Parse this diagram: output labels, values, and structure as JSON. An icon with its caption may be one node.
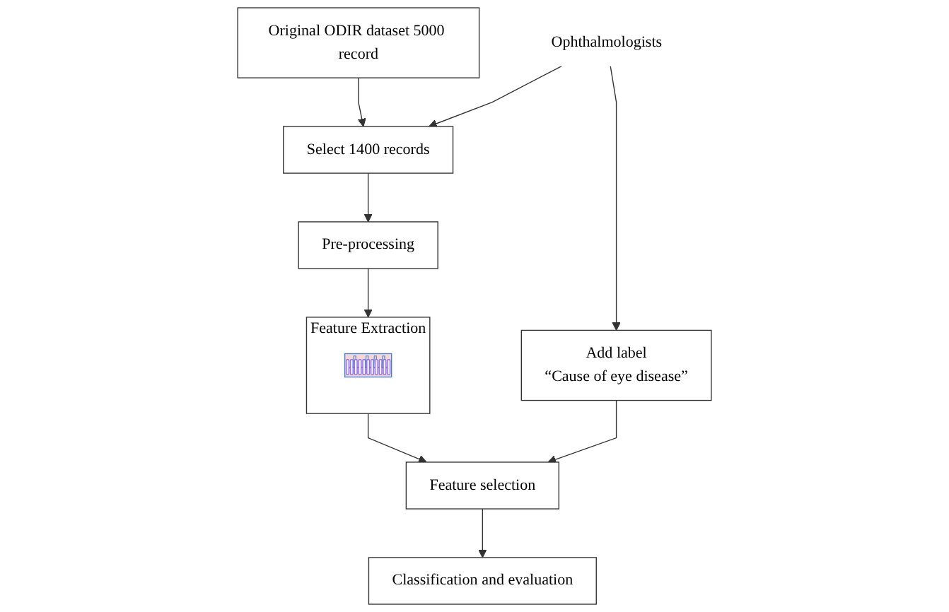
{
  "diagram": {
    "nodes": [
      {
        "text": [
          "Original ODIR dataset 5000 record"
        ]
      },
      {
        "text": [
          "Select 1400 records"
        ]
      },
      {
        "text": [
          "Pre-processing"
        ]
      },
      {
        "text": [
          "Ophthalmologists"
        ]
      },
      {
        "text": [
          "Feature Extraction"
        ]
      },
      {
        "text": [],
        "shape": "picture",
        "in": 4
      },
      {
        "text": [
          "Add label",
          "“Cause of eye disease”"
        ]
      },
      {
        "text": [
          "Feature selection"
        ]
      },
      {
        "text": [
          "Classification and evaluation"
        ]
      }
    ],
    "edges": [
      {
        "from": 0,
        "to": 1,
        "arrow": "to"
      },
      {
        "from": 3,
        "to": 1,
        "arrow": "to"
      },
      {
        "from": 1,
        "to": 2,
        "arrow": "to"
      },
      {
        "from": 2,
        "to": 4,
        "arrow": "to"
      },
      {
        "from": 3,
        "to": 6,
        "arrow": "to"
      },
      {
        "from": 4,
        "to": 7,
        "arrow": "to"
      },
      {
        "from": 6,
        "to": 7,
        "arrow": "to"
      },
      {
        "from": 7,
        "to": 8,
        "arrow": "to"
      }
    ]
  }
}
